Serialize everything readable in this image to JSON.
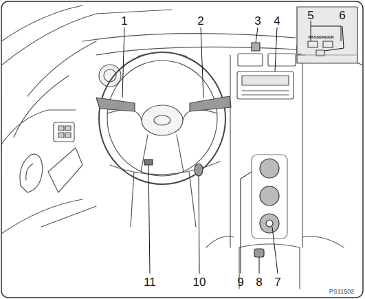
{
  "diagram": {
    "labels": [
      "1",
      "2",
      "3",
      "4",
      "5",
      "6",
      "PASSENGER",
      "7",
      "8",
      "9",
      "10",
      "11",
      "PS11502"
    ]
  }
}
